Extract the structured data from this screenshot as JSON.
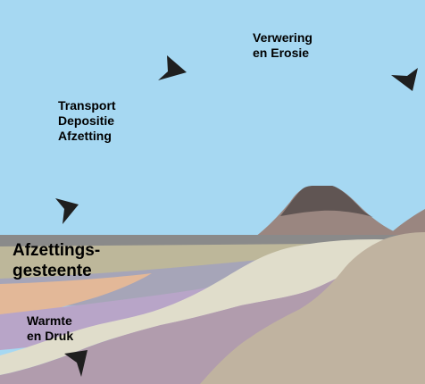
{
  "labels": {
    "weathering": [
      "Verwering",
      "en Erosie"
    ],
    "transport": [
      "Transport",
      "Depositie",
      "Afzetting"
    ],
    "sedimentary_rock": [
      "Afzettings-",
      "gesteente"
    ],
    "heat_pressure": [
      "Warmte",
      "en Druk"
    ]
  },
  "colors": {
    "sky": "#a6d8f2",
    "arrow": "#1f1f1f",
    "mountain_cap": "#605553",
    "mountain": "#9a8680",
    "sea_surface": "#8a8a8a",
    "layer_tan": "#bdb79a",
    "layer_blue_grey": "#a6a5b8",
    "layer_peach": "#e3b898",
    "layer_lavender": "#b8a5c8",
    "layer_cream": "#e0ddcb",
    "layer_purple_grey": "#b19cad",
    "bedrock": "#c0b3a0"
  },
  "icons": [
    "arrow-icon",
    "arrow-icon",
    "arrow-icon",
    "arrow-icon"
  ]
}
